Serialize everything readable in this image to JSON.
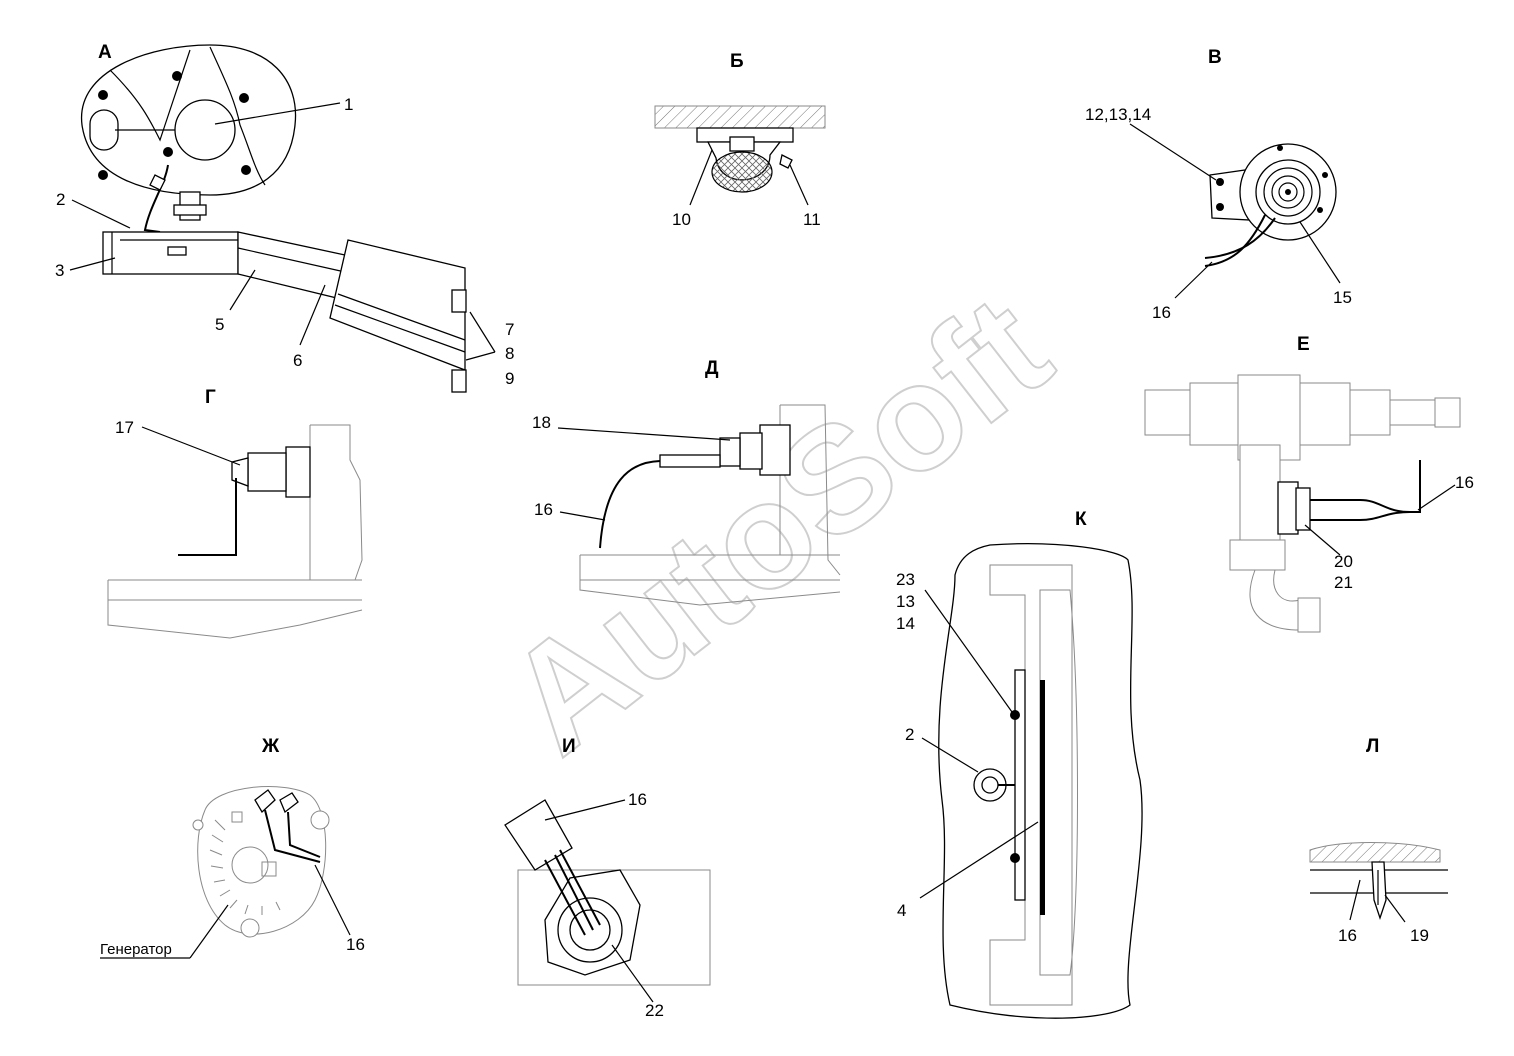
{
  "watermark": "AutoSoft",
  "views": {
    "A": "А",
    "B": "Б",
    "V": "В",
    "G": "Г",
    "D": "Д",
    "E": "Е",
    "K": "К",
    "ZH": "Ж",
    "I": "И",
    "L": "Л"
  },
  "callouts": {
    "c1": "1",
    "c2": "2",
    "c3": "3",
    "c5": "5",
    "c6": "6",
    "c7": "7",
    "c8": "8",
    "c9": "9",
    "c10": "10",
    "c11": "11",
    "c12_14": "12,13,14",
    "c15": "15",
    "c16_v": "16",
    "c17": "17",
    "c18": "18",
    "c16_d": "16",
    "c16_e": "16",
    "c20": "20",
    "c21": "21",
    "c23": "23",
    "c13": "13",
    "c14": "14",
    "c2_k": "2",
    "c4": "4",
    "c16_zh": "16",
    "generator": "Генератор",
    "c16_i": "16",
    "c22": "22",
    "c16_l": "16",
    "c19": "19"
  }
}
